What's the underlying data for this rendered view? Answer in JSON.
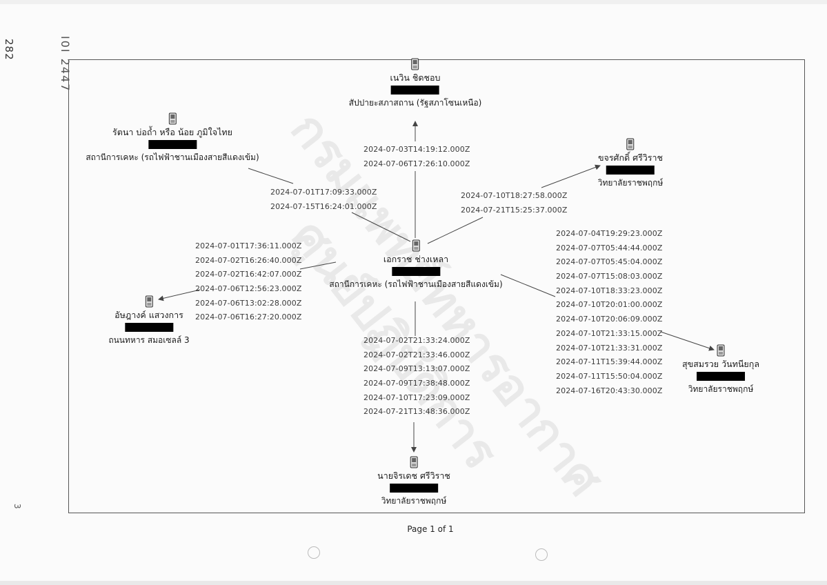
{
  "margin": {
    "side_number": "282",
    "stamp": "I0I 2447",
    "small_mark": "3"
  },
  "watermark": {
    "line1": "กรมแพทย์ทหารอากาศ",
    "line2": "ศูนย์ปฏิบัติการ"
  },
  "footer": "Page 1 of 1",
  "nodes": {
    "center": {
      "name": "เอกราช ช่างเหลา",
      "place": "สถานีการเคหะ (รถไฟฟ้าชานเมืองสายสีแดงเข้ม)"
    },
    "top": {
      "name": "เนวิน ชิดชอบ",
      "place": "สัปปายะสภาสถาน (รัฐสภาโซนเหนือ)"
    },
    "top_left": {
      "name": "รัตนา บ่อถ้ำ หรือ น้อย ภูมิใจไทย",
      "place": "สถานีการเคหะ (รถไฟฟ้าชานเมืองสายสีแดงเข้ม)"
    },
    "top_right": {
      "name": "ขจรศักดิ์ ศรีวิราช",
      "place": "วิทยาลัยราชพฤกษ์"
    },
    "left": {
      "name": "อัษฎางค์ แสวงการ",
      "place": "ถนนทหาร สมอเซลล์ 3"
    },
    "right": {
      "name": "สุขสมรวย วันทนียกุล",
      "place": "วิทยาลัยราชพฤกษ์"
    },
    "bottom": {
      "name": "นายจิรเดช ศรีวิราช",
      "place": "วิทยาลัยราชพฤกษ์"
    }
  },
  "timestamps": {
    "top": [
      "2024-07-03T14:19:12.000Z",
      "2024-07-06T17:26:10.000Z"
    ],
    "top_left": [
      "2024-07-01T17:09:33.000Z",
      "2024-07-15T16:24:01.000Z"
    ],
    "top_right": [
      "2024-07-10T18:27:58.000Z",
      "2024-07-21T15:25:37.000Z"
    ],
    "left": [
      "2024-07-01T17:36:11.000Z",
      "2024-07-02T16:26:40.000Z",
      "2024-07-02T16:42:07.000Z",
      "2024-07-06T12:56:23.000Z",
      "2024-07-06T13:02:28.000Z",
      "2024-07-06T16:27:20.000Z"
    ],
    "right": [
      "2024-07-04T19:29:23.000Z",
      "2024-07-07T05:44:44.000Z",
      "2024-07-07T05:45:04.000Z",
      "2024-07-07T15:08:03.000Z",
      "2024-07-10T18:33:23.000Z",
      "2024-07-10T20:01:00.000Z",
      "2024-07-10T20:06:09.000Z",
      "2024-07-10T21:33:15.000Z",
      "2024-07-10T21:33:31.000Z",
      "2024-07-11T15:39:44.000Z",
      "2024-07-11T15:50:04.000Z",
      "2024-07-16T20:43:30.000Z"
    ],
    "bottom": [
      "2024-07-02T21:33:24.000Z",
      "2024-07-02T21:33:46.000Z",
      "2024-07-09T13:13:07.000Z",
      "2024-07-09T17:38:48.000Z",
      "2024-07-10T17:23:09.000Z",
      "2024-07-21T13:48:36.000Z"
    ]
  },
  "colors": {
    "ink": "#1a1a1a",
    "edge": "#444444",
    "redaction": "#000000"
  },
  "icon": "mobile-phone-icon"
}
